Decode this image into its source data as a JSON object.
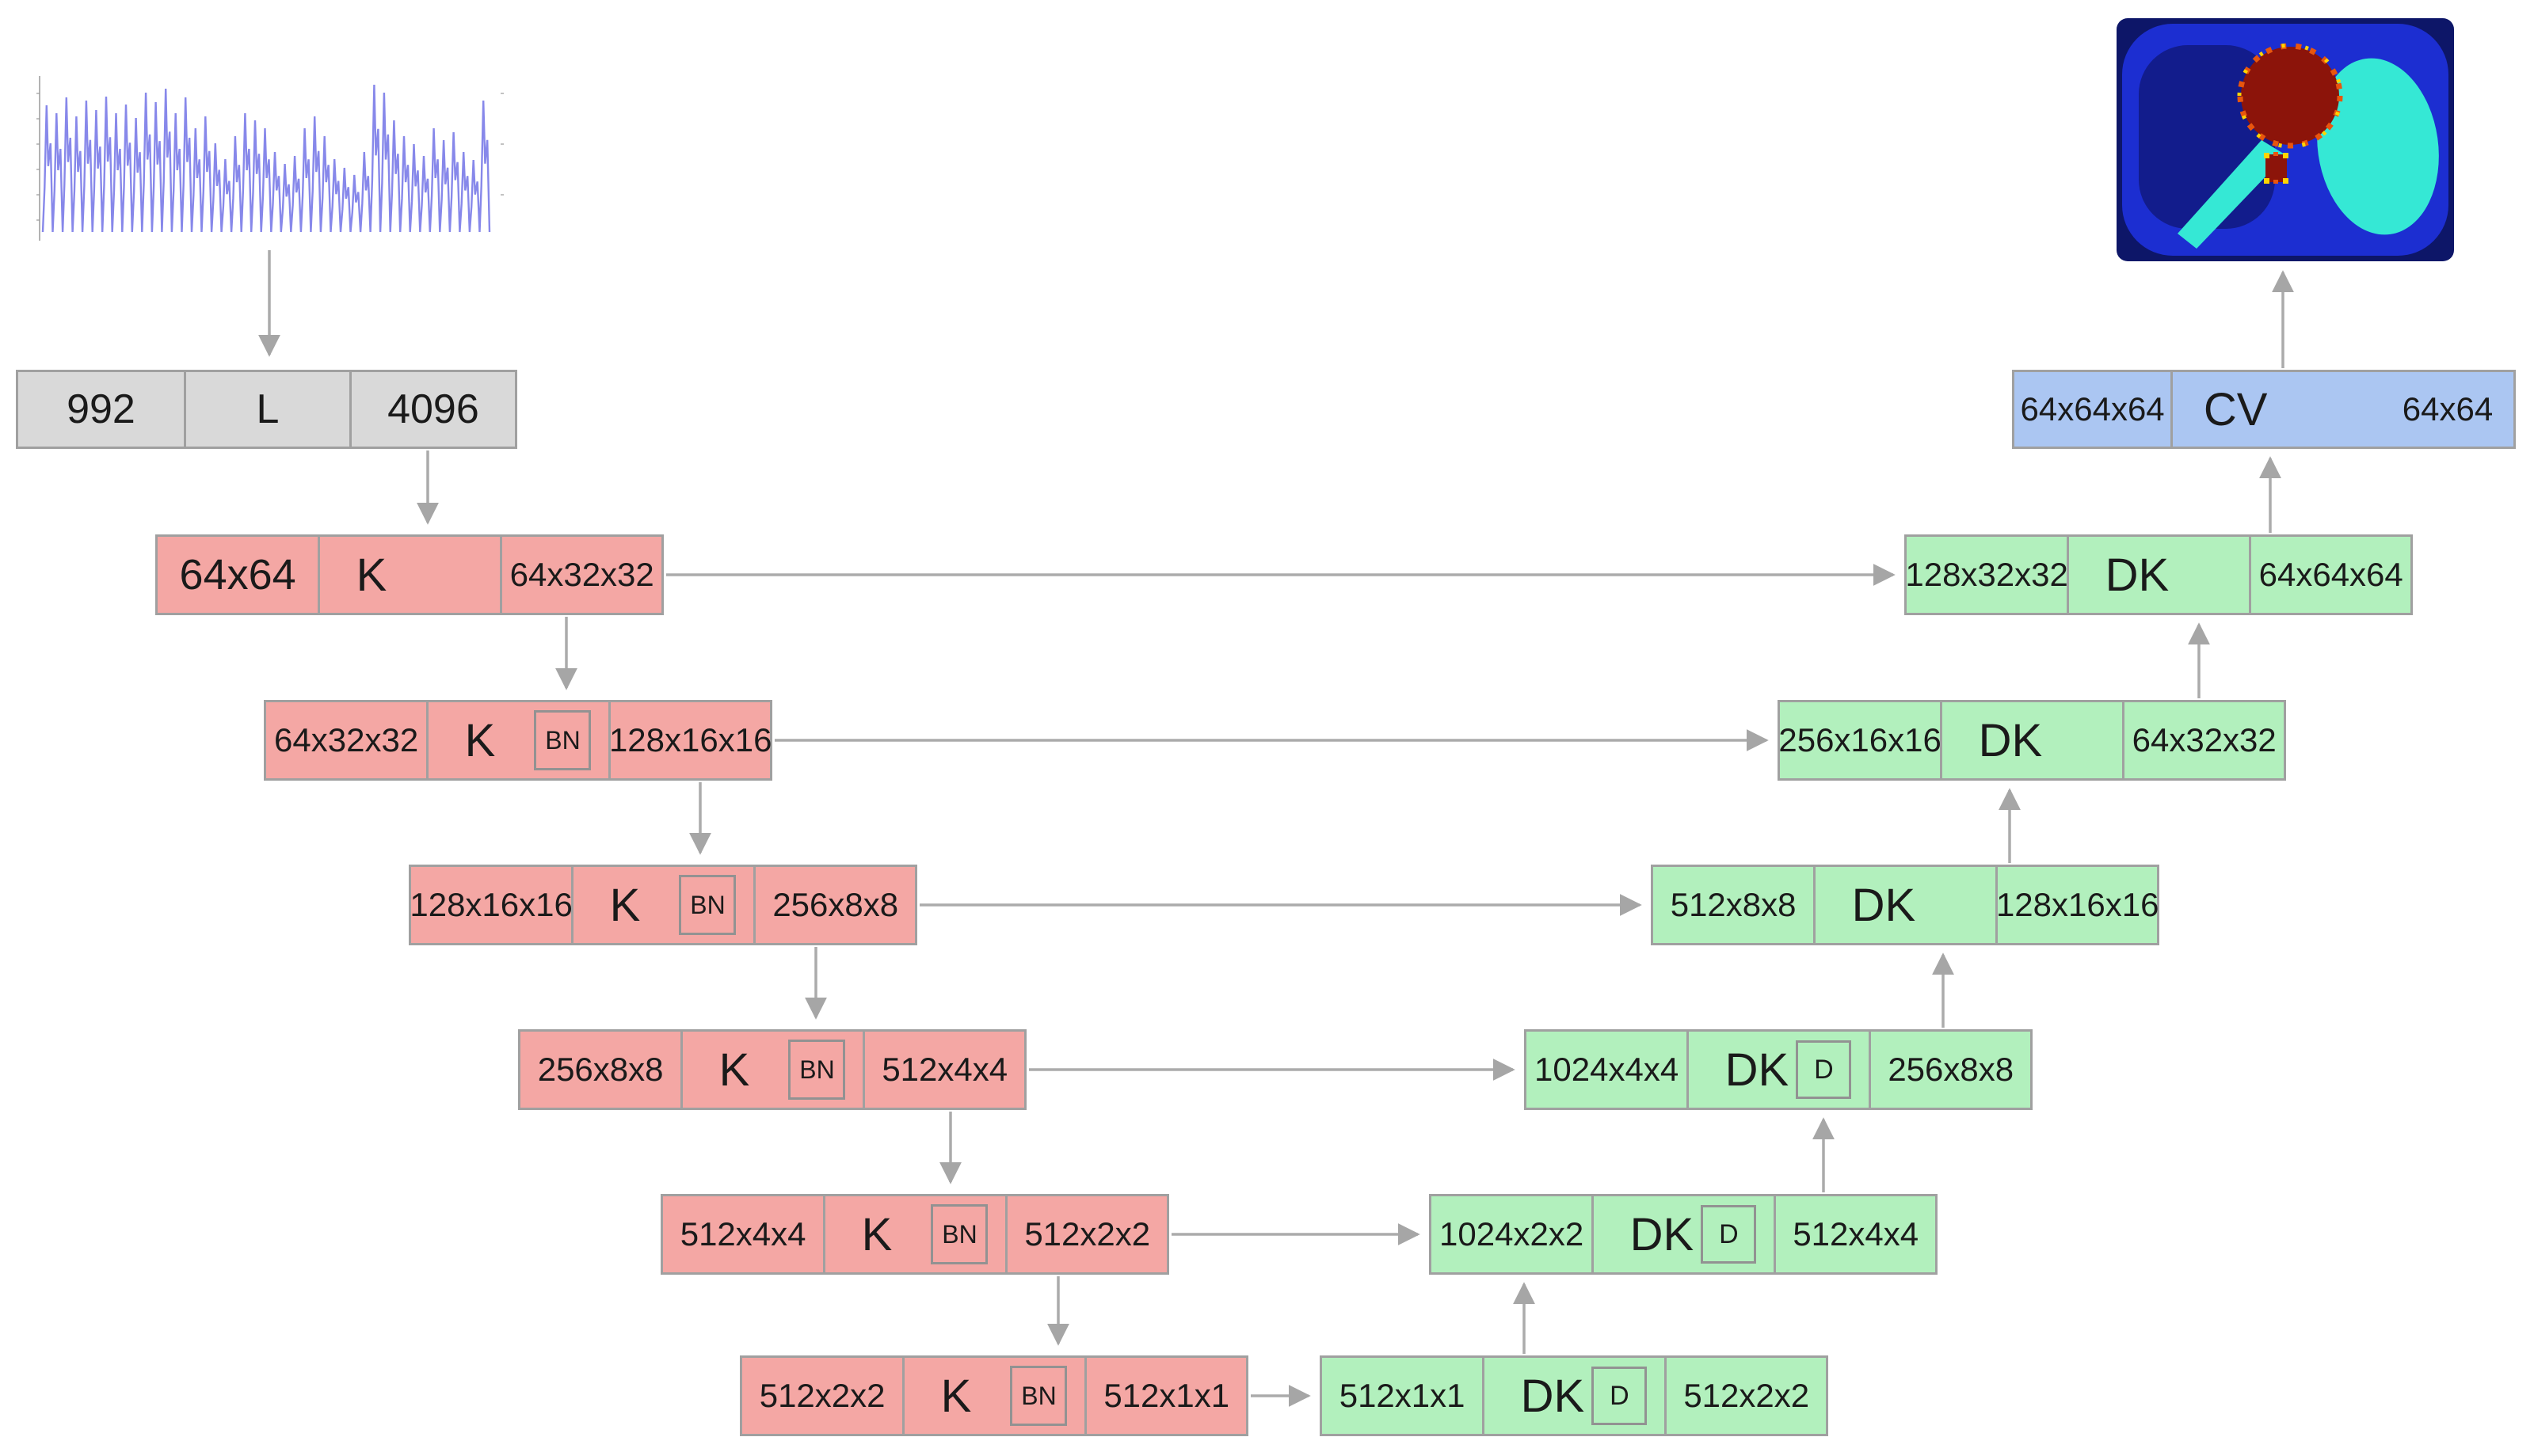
{
  "diagram_type": "unet-encoder-decoder-architecture",
  "palette": {
    "encoder_fill": "#f4a7a4",
    "decoder_fill": "#b2f0bd",
    "input_fill": "#d9d9d9",
    "output_fill": "#abc6f2",
    "border": "#a0a0a0",
    "arrow": "#ababab",
    "signal_line": "#7273e6",
    "seg_background": "#1c2ed1",
    "seg_dark_navy": "#121c8c",
    "seg_cyan": "#35e8d5",
    "seg_dark_red": "#8c140a",
    "seg_rim_yellow": "#ffd400",
    "seg_rim_orange": "#e8560e"
  },
  "input_image": {
    "kind": "signal-waveform-plot"
  },
  "output_image": {
    "kind": "segmentation-reconstruction-image"
  },
  "input_block": {
    "cells": [
      "992",
      "L",
      "4096"
    ]
  },
  "encoder_rows": [
    {
      "input": "64x64",
      "op": "K",
      "bn": "",
      "output": "64x32x32"
    },
    {
      "input": "64x32x32",
      "op": "K",
      "bn": "BN",
      "output": "128x16x16"
    },
    {
      "input": "128x16x16",
      "op": "K",
      "bn": "BN",
      "output": "256x8x8"
    },
    {
      "input": "256x8x8",
      "op": "K",
      "bn": "BN",
      "output": "512x4x4"
    },
    {
      "input": "512x4x4",
      "op": "K",
      "bn": "BN",
      "output": "512x2x2"
    },
    {
      "input": "512x2x2",
      "op": "K",
      "bn": "BN",
      "output": "512x1x1"
    }
  ],
  "decoder_rows": [
    {
      "input": "128x32x32",
      "op": "DK",
      "d": "",
      "output": "64x64x64"
    },
    {
      "input": "256x16x16",
      "op": "DK",
      "d": "",
      "output": "64x32x32"
    },
    {
      "input": "512x8x8",
      "op": "DK",
      "d": "",
      "output": "128x16x16"
    },
    {
      "input": "1024x4x4",
      "op": "DK",
      "d": "D",
      "output": "256x8x8"
    },
    {
      "input": "1024x2x2",
      "op": "DK",
      "d": "D",
      "output": "512x4x4"
    },
    {
      "input": "512x1x1",
      "op": "DK",
      "d": "D",
      "output": "512x2x2"
    }
  ],
  "output_block": {
    "input": "64x64x64",
    "op": "CV",
    "output": "64x64"
  }
}
